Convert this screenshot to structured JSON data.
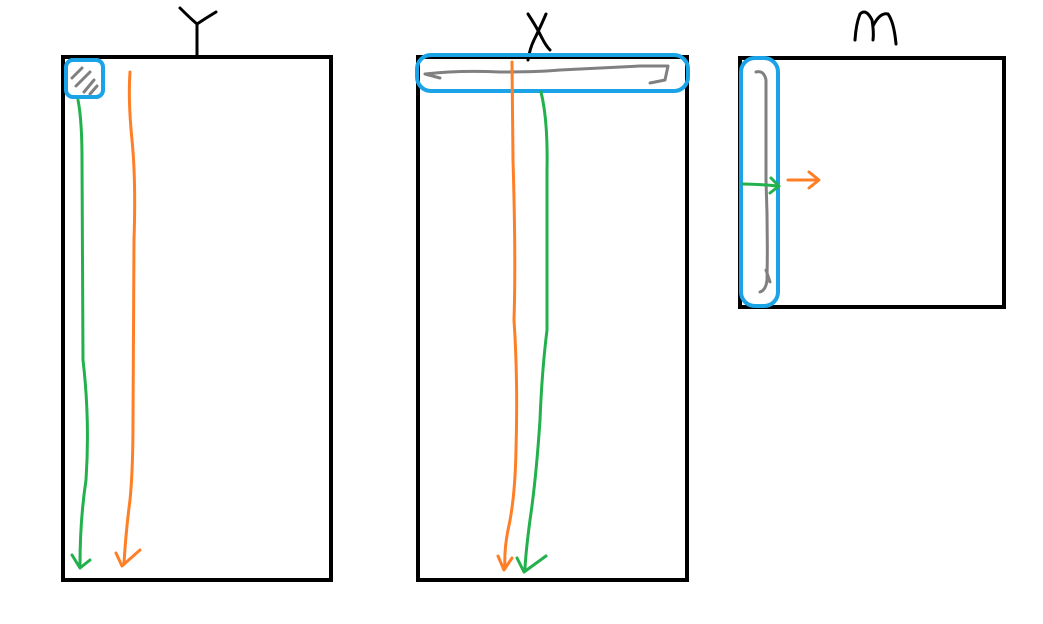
{
  "colors": {
    "box": "#000000",
    "highlight": "#1aa3e6",
    "green": "#22b14c",
    "orange": "#ff7f27",
    "gray": "#808080",
    "label": "#000000"
  },
  "matrices": [
    {
      "id": "Y",
      "label": "Y"
    },
    {
      "id": "X",
      "label": "X"
    },
    {
      "id": "M",
      "label": "M"
    }
  ]
}
